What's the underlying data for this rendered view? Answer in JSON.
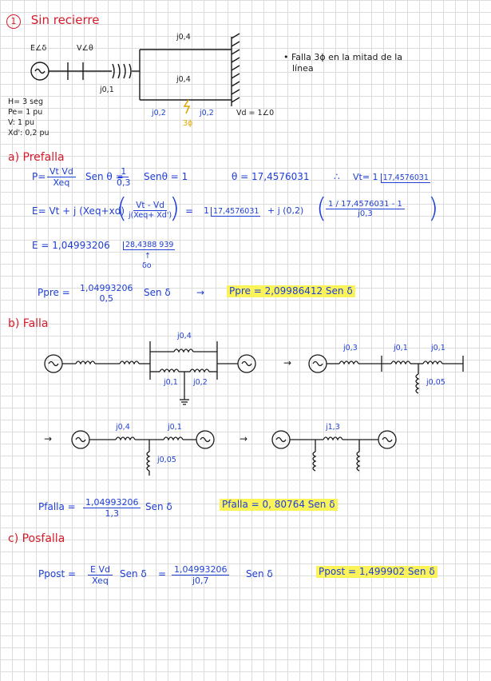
{
  "heading": {
    "number": "1",
    "title": "Sin recierre"
  },
  "diagram1": {
    "label_eg": "E∠δ",
    "label_vtr": "V∠θ",
    "x_trafo": "j0,1",
    "x_line_top": "j0,4",
    "x_line_mid": "j0,4",
    "x_half_left": "j0,2",
    "x_half_right": "j0,2",
    "bus_inf": "Vd = 1∠0",
    "fault_marker": "3ϕ"
  },
  "params": [
    "H= 3 seg",
    "Pe= 1 pu",
    "V: 1 pu",
    "Xd': 0,2 pu"
  ],
  "note": {
    "line1": "• Falla 3ϕ   en la mitad de la",
    "line2": "línea"
  },
  "sec_a": {
    "label": "a) Prefalla",
    "p_lhs": "P=",
    "p_num": "Vt Vd",
    "p_den": "Xeq",
    "p_sen": "Sen θ  =",
    "p_num2": "1",
    "p_den2": "0,3",
    "p_sen2": "Senθ  = 1",
    "theta": "θ = 17,4576031",
    "therefore": "∴",
    "vt_lhs": "Vt= 1",
    "vt_val": "17,4576031",
    "e_lhs": "E=  Vt + j (Xeq+xd)",
    "e_frac_num": "Vt - Vd",
    "e_frac_den": "j(Xeq+ Xd')",
    "e_eq": "=",
    "e_rhs1": "1",
    "e_rhs1_ang": "17,4576031",
    "e_rhs_mid": "+ j (0,2)",
    "e_rhs_num": "1 / 17,4576031 - 1",
    "e_rhs_den": "j0,3",
    "e_res_lhs": "E = 1,04993206",
    "e_res_ang": "28,4388 939",
    "e_res_sub1": "↑",
    "e_res_sub2": "δo",
    "ppre_lhs": "Ppre =",
    "ppre_num": "1,04993206",
    "ppre_den": "0,5",
    "ppre_sen": "Sen δ",
    "arrow": "→",
    "ppre_res": "Ppre = 2,09986412 Sen δ"
  },
  "sec_b": {
    "label": "b) Falla",
    "c1_top": "j0,4",
    "c1_l1": "j0,1",
    "c1_l2": "j0,2",
    "c2_a": "j0,3",
    "c2_b": "j0,1",
    "c2_c": "j0,1",
    "c2_d": "j0,05",
    "c3_a": "j0,4",
    "c3_b": "j0,1",
    "c3_c": "j0,05",
    "c4_a": "j1,3",
    "arrow": "→",
    "pf_lhs": "Pfalla =",
    "pf_num": "1,04993206",
    "pf_den": "1,3",
    "pf_sen": "Sen δ",
    "pf_res": "Pfalla = 0, 80764 Sen δ"
  },
  "sec_c": {
    "label": "c) Posfalla",
    "pp_lhs": "Ppost =",
    "pp_num": "E Vd",
    "pp_den": "Xeq",
    "pp_sen": "Sen δ",
    "pp_eq": "=",
    "pp_num2": "1,04993206",
    "pp_den2": "j0,7",
    "pp_sen2": "Sen δ",
    "pp_res": "Ppost = 1,499902 Sen δ"
  }
}
